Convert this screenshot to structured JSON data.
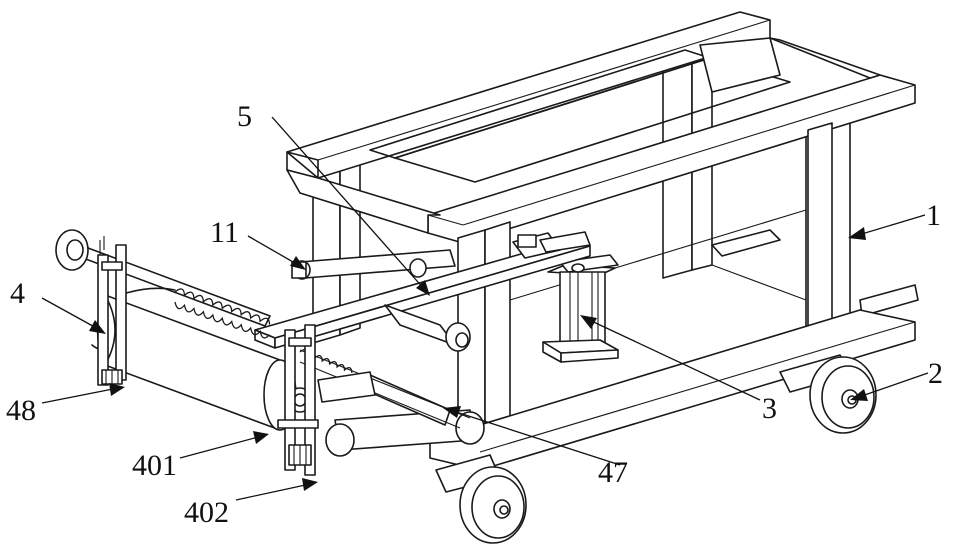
{
  "callouts": [
    {
      "id": "1",
      "text": "1"
    },
    {
      "id": "2",
      "text": "2"
    },
    {
      "id": "3",
      "text": "3"
    },
    {
      "id": "4",
      "text": "4"
    },
    {
      "id": "5",
      "text": "5"
    },
    {
      "id": "11",
      "text": "11"
    },
    {
      "id": "47",
      "text": "47"
    },
    {
      "id": "48",
      "text": "48"
    },
    {
      "id": "401",
      "text": "401"
    },
    {
      "id": "402",
      "text": "402"
    }
  ],
  "colors": {
    "line": "#1a1a1a",
    "background": "#ffffff"
  }
}
